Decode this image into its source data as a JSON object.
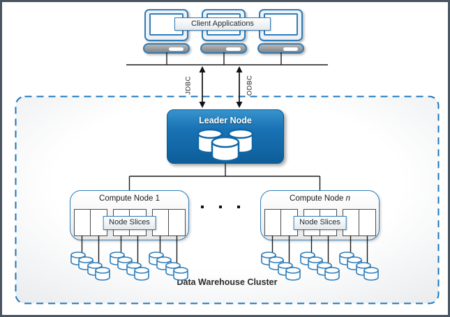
{
  "clients": {
    "label": "Client Applications"
  },
  "connections": [
    {
      "label": "JDBC"
    },
    {
      "label": "ODBC"
    }
  ],
  "cluster": {
    "title": "Data Warehouse Cluster",
    "leader_node": {
      "title": "Leader Node"
    },
    "compute_nodes": [
      {
        "name_prefix": "Compute Node ",
        "name_suffix": "1",
        "slices_label": "Node Slices",
        "slice_count": 6,
        "disk_pairs": 6
      },
      {
        "name_prefix": "Compute Node ",
        "name_suffix": "n",
        "slices_label": "Node Slices",
        "slice_count": 6,
        "disk_pairs": 6
      }
    ]
  },
  "colors": {
    "outline_blue": "#2e7cb8",
    "dashed_border_blue": "#1b75bb",
    "leader_gradient_top": "#3794cd",
    "leader_gradient_bottom": "#0d5e99",
    "monitor_base_gray": "#8f8f8f",
    "connector_black": "#1a1a1a",
    "outer_frame_gray": "#4a5562"
  }
}
